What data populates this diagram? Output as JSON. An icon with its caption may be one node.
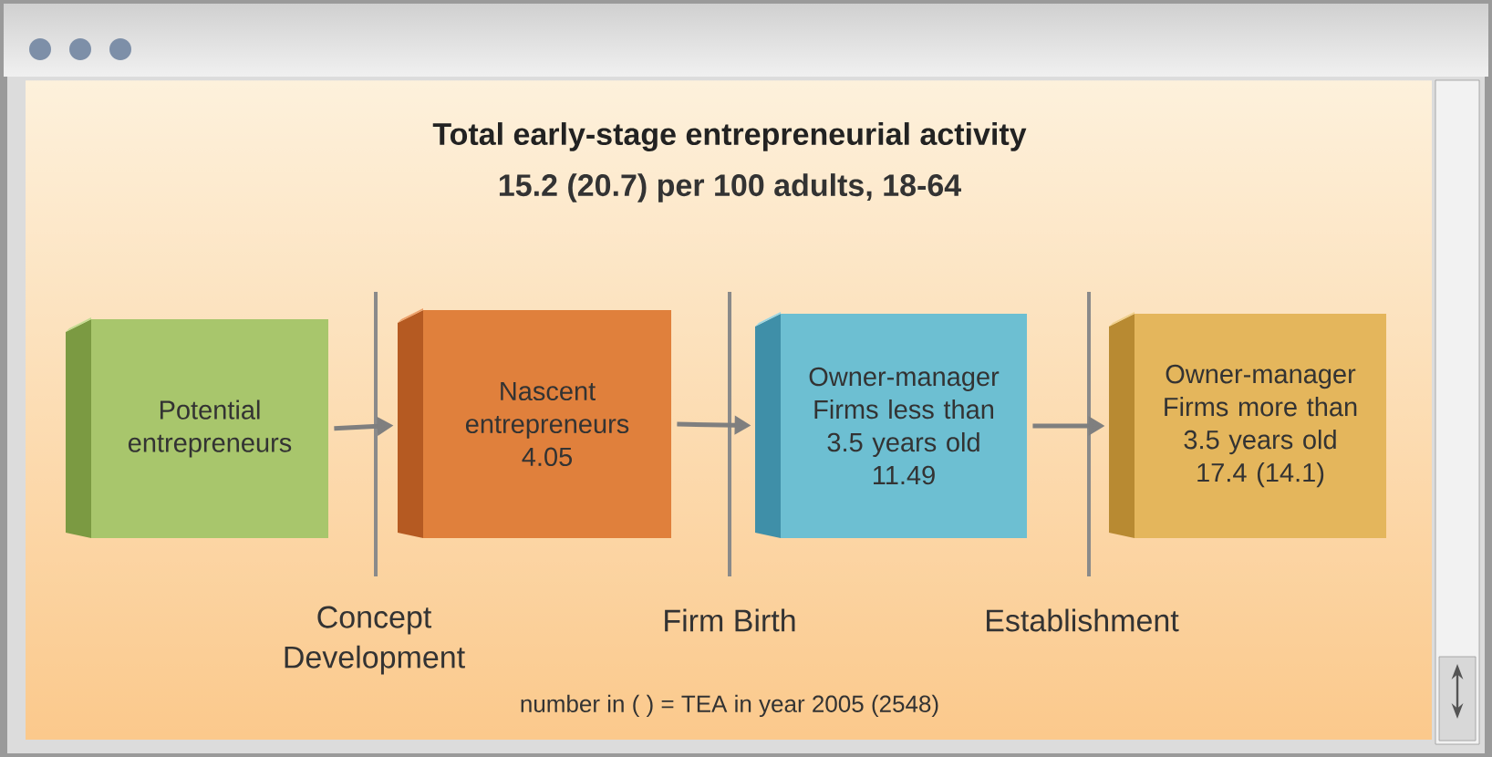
{
  "diagram": {
    "title": "Total early-stage entrepreneurial activity",
    "nodes": [
      {
        "text": [
          "Potential entrepreneurs"
        ]
      },
      {
        "text": [
          "Nascent entrepreneurs",
          "4.05"
        ]
      },
      {
        "text": [
          "Owner-manager Firms less than 3.5 years old",
          "11.49"
        ]
      },
      {
        "text": [
          "Owner-manager Firms more than 3.5 years old",
          "17.4 (14.1)"
        ]
      }
    ],
    "edges": [
      {
        "from": 0,
        "to": 1,
        "arrow": "to"
      },
      {
        "from": 1,
        "to": 2,
        "arrow": "to"
      },
      {
        "from": 2,
        "to": 3,
        "arrow": "to"
      }
    ],
    "labels": [
      "15.2 (20.7) per  100 adults, 18-64",
      "Concept Development",
      "Firm Birth",
      "Establishment",
      "number in ( ) = TEA in year 2005 (2548)"
    ]
  }
}
